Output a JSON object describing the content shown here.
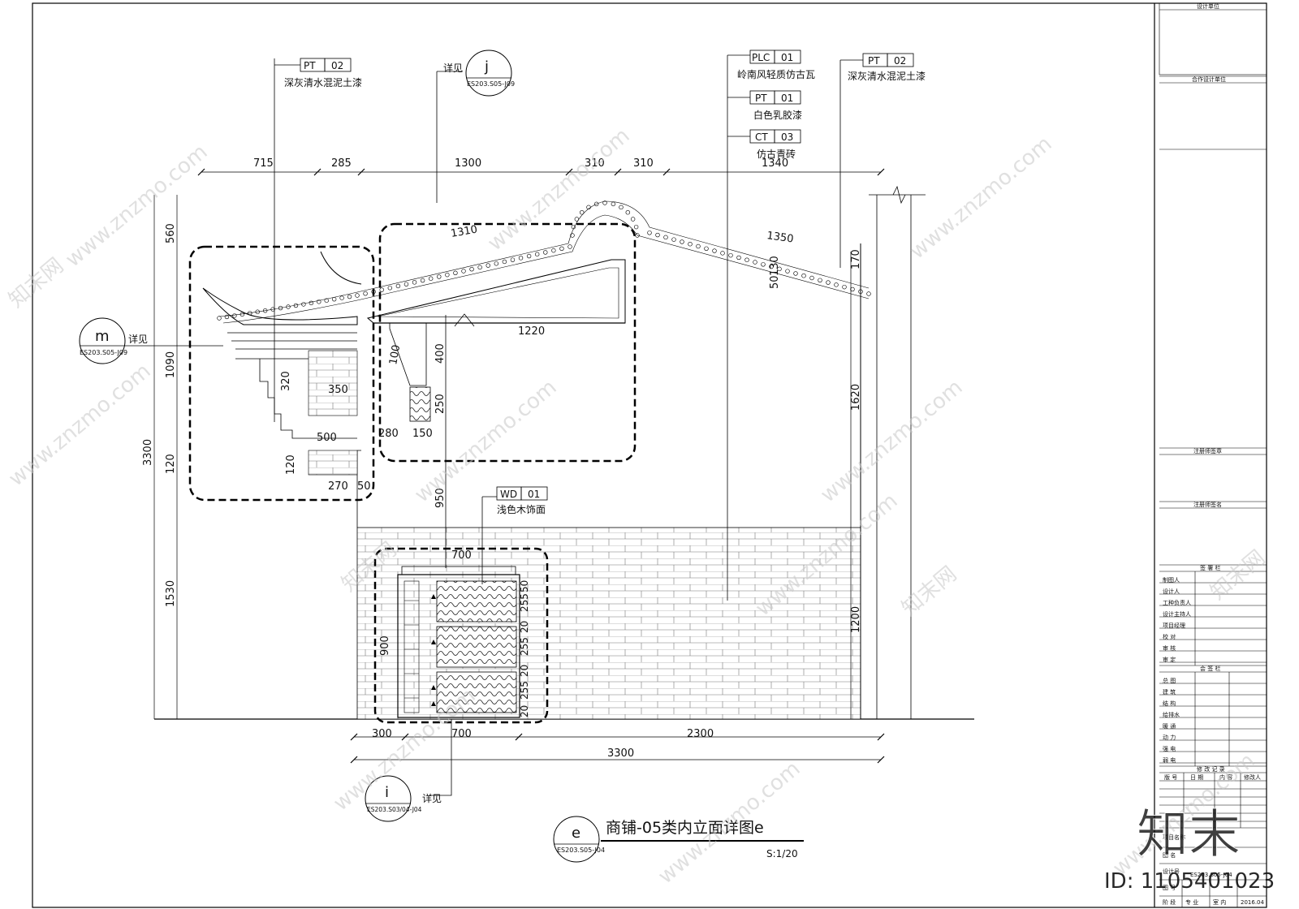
{
  "drawing": {
    "title": "商铺-05类内立面详图e",
    "scale": "S:1/20",
    "title_circle": {
      "letter": "e",
      "ref": "ES203.S05-J04"
    }
  },
  "callouts": [
    {
      "code": "PT",
      "num": "02",
      "desc": "深灰清水混泥土漆"
    },
    {
      "code": "PLC",
      "num": "01",
      "desc": "岭南风轻质仿古瓦"
    },
    {
      "code": "PT",
      "num": "01",
      "desc": "白色乳胶漆"
    },
    {
      "code": "CT",
      "num": "03",
      "desc": "仿古青砖"
    },
    {
      "code": "PT",
      "num": "02",
      "desc": "深灰清水混泥土漆"
    },
    {
      "code": "WD",
      "num": "01",
      "desc": "浅色木饰面"
    }
  ],
  "detail_refs": [
    {
      "letter": "j",
      "ref": "ES203.S05-J09",
      "label": "详见"
    },
    {
      "letter": "m",
      "ref": "ES203.S05-J09",
      "label": "详见"
    },
    {
      "letter": "i",
      "ref": "ES203.S03/04-J04",
      "label": "详见"
    }
  ],
  "dimensions": {
    "top": [
      "715",
      "285",
      "1300",
      "310",
      "310",
      "1340"
    ],
    "left_outer": [
      "560",
      "1090",
      "3300",
      "120",
      "1530"
    ],
    "left_inner": [
      "320",
      "120",
      "900"
    ],
    "roof": [
      "1310",
      "1350",
      "130",
      "50",
      "170"
    ],
    "canopy": [
      "1220",
      "400",
      "100",
      "250",
      "280",
      "150"
    ],
    "eave": [
      "350",
      "500",
      "270",
      "50"
    ],
    "mid": [
      "950",
      "700"
    ],
    "right": [
      "1620",
      "1200"
    ],
    "cabinet": [
      "255",
      "20",
      "255",
      "20",
      "255",
      "50",
      "20"
    ],
    "bottom": [
      "300",
      "700",
      "2300",
      "3300"
    ]
  },
  "title_block": {
    "design_unit": "设计单位",
    "coop_unit": "合作设计单位",
    "reg_seal": "注册师签章",
    "reg_sign": "注册师签名",
    "sign_section": "签 署 栏",
    "sign_rows": [
      "制图人",
      "设计人",
      "工种负责人",
      "设计主持人",
      "项目经理",
      "校 对",
      "审 核",
      "审 定"
    ],
    "cosign_section": "会 签 栏",
    "cosign_rows": [
      "总 图",
      "建 筑",
      "结 构",
      "给排水",
      "暖 通",
      "动 力",
      "强 电",
      "弱 电"
    ],
    "revision_section": "修 改 记 录",
    "revision_cols": [
      "版 号",
      "日 期",
      "内 容",
      "修改人"
    ],
    "project_rows": [
      "项目名称",
      "图 名",
      "设计号"
    ],
    "drawing_no_label": "图 号",
    "drawing_no": "ES203.S05-J04",
    "bottom_cells": [
      "阶 段",
      "专 业",
      "室 内",
      "2016.04"
    ]
  },
  "watermark": {
    "site": "www.znzmo.com",
    "brand": "知末网",
    "logo": "知末",
    "id": "ID: 1105401023"
  }
}
